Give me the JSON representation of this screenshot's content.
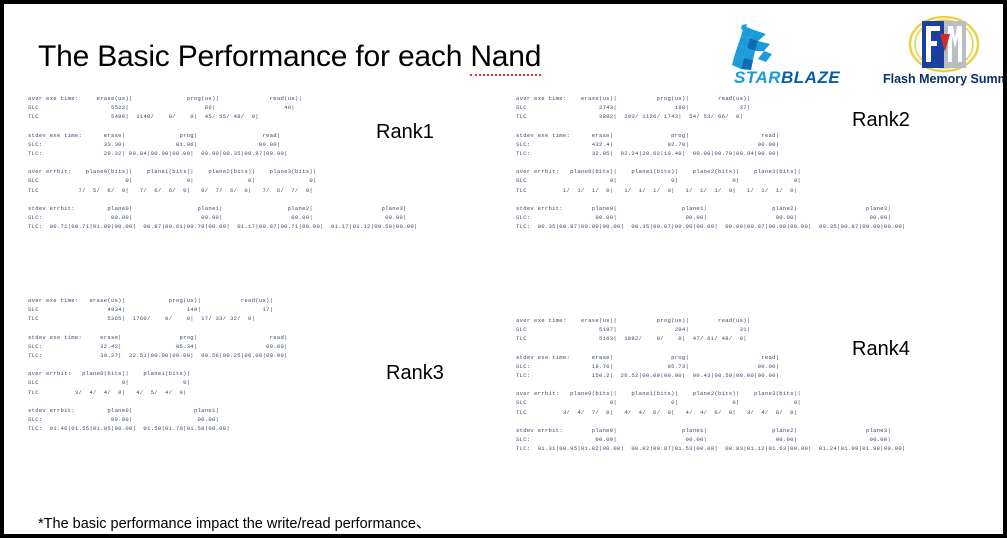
{
  "slide": {
    "title_main": "The Basic Performance for each ",
    "title_underlined": "Nand",
    "footnote": "*The basic performance impact the write/read performance、"
  },
  "logos": {
    "starblaze": {
      "name": "starblaze-logo",
      "word_star": "STAR",
      "word_blaze": "BLAZE"
    },
    "flash_memory_summit": {
      "name": "flash-memory-summit-logo",
      "caption": "Flash Memory Summit"
    }
  },
  "ranks": [
    {
      "label": "Rank1",
      "aver_exe_time": "aver exe time:     erase(us)|               prog(us)|              read(us)|\nSLC                    5522|                     86|                   40|\nTLC                    5499|  1140/    0/    0|  45/ 55/ 48/  0|",
      "stdev_exe_time": "stdev exe time:      erase|               prog|                  read|\nSLC:                 33.30|              01.06|                 00.00|\nTLC:                 29.32| 09.84|00.00|00.00|  00.00|00.35|00.87|00.00|",
      "aver_errbit": "aver errbit:    plane0(bits)|    plane1(bits)|    plane2(bits)|    plane3(bits)|\nSLC                        0|               0|               0|               0|\nTLC           7/  5/  6/  0|   7/  6/  6/  0|   9/  7/  6/  0|   7/  6/  7/  0|",
      "stdev_errbit": "stdev errbit:         plane0|                  plane1|                  plane2|                   plane3|\nSLC:                   00.00|                   00.00|                   00.00|                    00.00|\nTLC:  00.71|00.71|01.00|00.00|  00.87|00.61|00.79|00.00|  01.17|00.87|00.71|00.00|  01.17|01.12|00.50|00.00|"
    },
    {
      "label": "Rank2",
      "aver_exe_time": "aver exe time:    erase(us)|           prog(us)|        read(us)|\nSLC                    2743|                198|              37|\nTLC                    3882|  293/ 1126/ 1743|  54/ 53/ 66/  0|",
      "stdev_exe_time": "stdev exe time:      erase|                prog|                    read|\nSLC:                 432.4|               02.78|                   00.00|\nTLC:                 32.95|  02.24|29.62|19.49|  00.00|00.79|00.94|00.00|",
      "aver_errbit": "aver errbit:   plane0(bits)|    plane1(bits)|    plane2(bits)|    plane3(bits)|\nSLC                       0|               0|               0|               0|\nTLC          1/  1/  1/  0|   1/  1/  1/  0|   1/  1/  1/  0|   1/  1/  1/  0|",
      "stdev_errbit": "stdev errbit:        plane0|                  plane1|                  plane2|                   plane3|\nSLC:                  00.00|                   00.00|                   00.00|                    00.00|\nTLC:  00.35|00.87|00.00|00.00|  00.35|00.87|00.00|00.00|  00.00|00.87|00.00|00.00|  00.35|00.87|00.00|00.00|"
    },
    {
      "label": "Rank3",
      "aver_exe_time": "aver exe time:   erase(us)|            prog(us)|           read(us)|\nSLC                   4934|                 149|                 17|\nTLC                   5365|  1760/    0/    0|  17/ 33/ 32/  0|",
      "stdev_exe_time": "stdev exe time:     erase|                prog|                    read|\nSLC:                32.42|               05.34|                   00.00|\nTLC:                39.27|  22.51|00.00|00.00|  00.56|00.25|00.00|00.00|",
      "aver_errbit": "aver errbit:   plane0(bits)|    plane1(bits)|\nSLC                       0|               0|\nTLC          3/  4/  4/  0|   4/  5/  4/  0|",
      "stdev_errbit": "stdev errbit:         plane0|                 plane1|\nSLC:                   00.00|                  00.00|\nTLC:  01.46|01.55|01.05|00.00|  01.50|01.70|01.58|00.00|"
    },
    {
      "label": "Rank4",
      "aver_exe_time": "aver exe time:    erase(us)|           prog(us)|        read(us)|\nSLC                    5187|                294|              31|\nTLC                    5163|  1882/    0/    0|  47/ 61/ 48/  0|",
      "stdev_exe_time": "stdev exe time:      erase|                prog|                    read|\nSLC:                 18.76|               05.73|                   00.00|\nTLC:                 150.2|  26.52|00.00|00.00|  00.43|00.50|00.00|00.00|",
      "aver_errbit": "aver errbit:   plane0(bits)|    plane1(bits)|    plane2(bits)|    plane3(bits)|\nSLC                       0|               0|               0|               0|\nTLC          3/  4/  7/  0|   4/  4/  6/  0|   4/  4/  6/  0|   3/  4/  8/  0|",
      "stdev_errbit": "stdev errbit:        plane0|                  plane1|                  plane2|                   plane3|\nSLC:                  00.00|                   00.00|                   00.00|                    00.00|\nTLC:  01.31|00.95|01.82|00.00|  00.92|00.87|01.53|00.00|  00.83|01.12|01.63|00.00|  01.24|01.09|01.98|00.00|"
    }
  ],
  "colors": {
    "console_text": "#3e4a6b",
    "starblaze_blue": "#1b9bd8",
    "fms_navy": "#0a2f6b",
    "squiggle_red": "#e03030",
    "background": "#ffffff",
    "border": "#000000"
  }
}
